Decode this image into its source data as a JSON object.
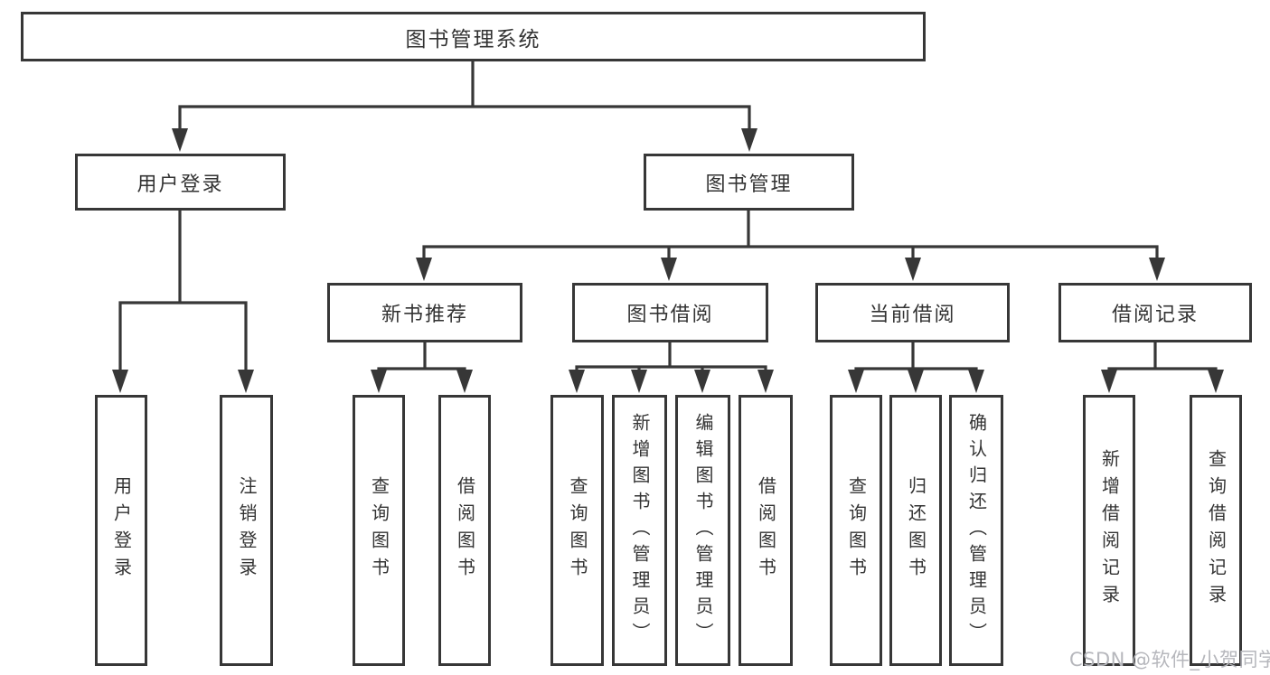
{
  "colors": {
    "line": "#373737",
    "box_border": "#373737",
    "box_background": "#ffffff",
    "text": "#333333",
    "watermark": "#b6b7bc",
    "page_background": "#ffffff"
  },
  "tree": {
    "root": {
      "label": "图书管理系统"
    },
    "branches": {
      "user_login": {
        "label": "用户登录",
        "children": {
          "login": {
            "label": "用户登录"
          },
          "logout": {
            "label": "注销登录"
          }
        }
      },
      "book_mgmt": {
        "label": "图书管理",
        "children": {
          "new_books": {
            "label": "新书推荐",
            "children": {
              "query": {
                "label": "查询图书"
              },
              "borrow": {
                "label": "借阅图书"
              }
            }
          },
          "book_borrow": {
            "label": "图书借阅",
            "children": {
              "query": {
                "label": "查询图书"
              },
              "add": {
                "label": "新增图书（管理员）"
              },
              "edit": {
                "label": "编辑图书（管理员）"
              },
              "borrow": {
                "label": "借阅图书"
              }
            }
          },
          "current_borrow": {
            "label": "当前借阅",
            "children": {
              "query": {
                "label": "查询图书"
              },
              "return": {
                "label": "归还图书"
              },
              "confirm": {
                "label": "确认归还（管理员）"
              }
            }
          },
          "borrow_records": {
            "label": "借阅记录",
            "children": {
              "add": {
                "label": "新增借阅记录"
              },
              "query": {
                "label": "查询借阅记录"
              }
            }
          }
        }
      }
    }
  },
  "watermark": {
    "text": "CSDN @软件_小贺同学"
  }
}
